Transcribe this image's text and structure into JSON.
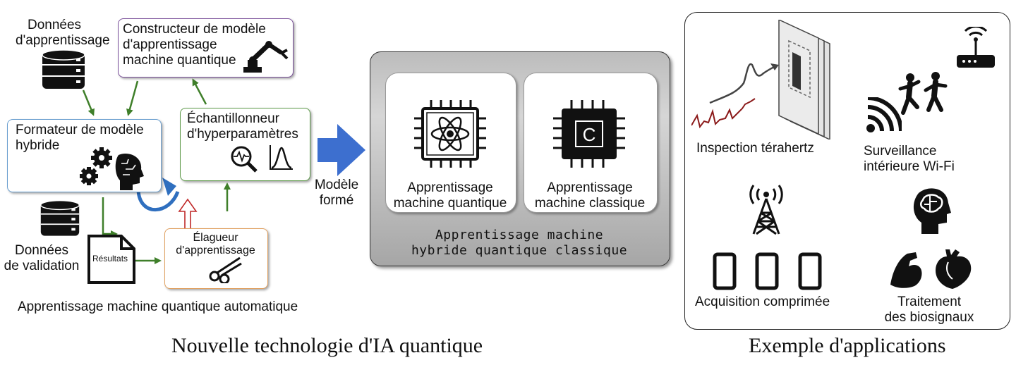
{
  "left": {
    "training_data": "Données\nd'apprentissage",
    "builder": "Constructeur de modèle\nd'apprentissage\nmachine quantique",
    "formatter": "Formateur de modèle\nhybride",
    "sampler": "Échantillonneur\nd'hyperparamètres",
    "pruner": "Élagueur\nd'apprentissage",
    "validation_data": "Données\nde validation",
    "results": "Résultats",
    "automl_caption": "Apprentissage machine quantique automatique"
  },
  "arrow_label": "Modèle\nformé",
  "middle": {
    "quantum_card": "Apprentissage\nmachine quantique",
    "classic_card": "Apprentissage\nmachine classique",
    "chip_letter": "C",
    "panel_caption": "Apprentissage machine\nhybride quantique classique"
  },
  "right": {
    "terahertz": "Inspection térahertz",
    "wifi": "Surveillance\nintérieure Wi-Fi",
    "compressed": "Acquisition comprimée",
    "biosignals": "Traitement\ndes biosignaux"
  },
  "bottom": {
    "left_title": "Nouvelle technologie d'IA quantique",
    "right_title": "Exemple d'applications"
  },
  "colors": {
    "green_arrow": "#3f7f2a",
    "blue_arrow": "#2f6fbf",
    "big_arrow": "#3d6fcf",
    "builder_border": "#7a4f9a",
    "formatter_border": "#6a9fd0",
    "sampler_border": "#5e9a4a",
    "pruner_border": "#e0a060"
  }
}
